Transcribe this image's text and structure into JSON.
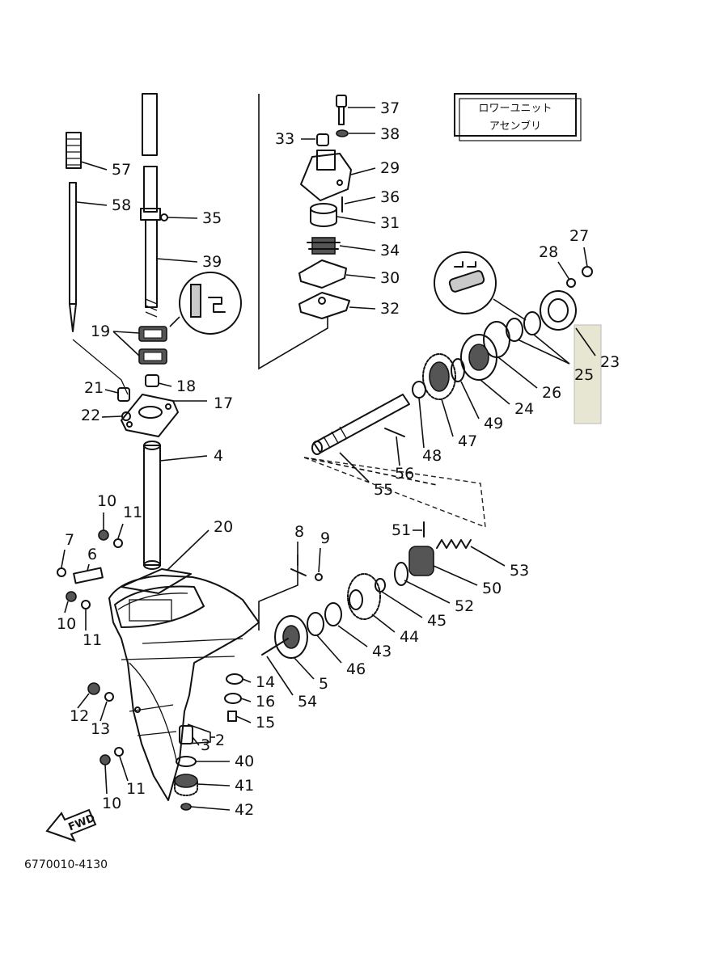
{
  "title_box": {
    "line1": "ロワーユニット",
    "line2": "アセンブリ"
  },
  "drawing_code": "6770010-4130",
  "fwd_label": "FWD",
  "highlight_color": "#e6e6d2",
  "callouts": [
    {
      "id": "37",
      "label": "37"
    },
    {
      "id": "38",
      "label": "38"
    },
    {
      "id": "33",
      "label": "33"
    },
    {
      "id": "29",
      "label": "29"
    },
    {
      "id": "36",
      "label": "36"
    },
    {
      "id": "31",
      "label": "31"
    },
    {
      "id": "34",
      "label": "34"
    },
    {
      "id": "30",
      "label": "30"
    },
    {
      "id": "32",
      "label": "32"
    },
    {
      "id": "57",
      "label": "57"
    },
    {
      "id": "58",
      "label": "58"
    },
    {
      "id": "35",
      "label": "35"
    },
    {
      "id": "39",
      "label": "39"
    },
    {
      "id": "19",
      "label": "19"
    },
    {
      "id": "18",
      "label": "18"
    },
    {
      "id": "17",
      "label": "17"
    },
    {
      "id": "21",
      "label": "21"
    },
    {
      "id": "22",
      "label": "22"
    },
    {
      "id": "4",
      "label": "4"
    },
    {
      "id": "27",
      "label": "27"
    },
    {
      "id": "28",
      "label": "28"
    },
    {
      "id": "23",
      "label": "23"
    },
    {
      "id": "25",
      "label": "25"
    },
    {
      "id": "26",
      "label": "26"
    },
    {
      "id": "24",
      "label": "24"
    },
    {
      "id": "49",
      "label": "49"
    },
    {
      "id": "47",
      "label": "47"
    },
    {
      "id": "48",
      "label": "48"
    },
    {
      "id": "56",
      "label": "56"
    },
    {
      "id": "55",
      "label": "55"
    },
    {
      "id": "10a",
      "label": "10"
    },
    {
      "id": "11a",
      "label": "11"
    },
    {
      "id": "7",
      "label": "7"
    },
    {
      "id": "6",
      "label": "6"
    },
    {
      "id": "20",
      "label": "20"
    },
    {
      "id": "10b",
      "label": "10"
    },
    {
      "id": "11b",
      "label": "11"
    },
    {
      "id": "8",
      "label": "8"
    },
    {
      "id": "9",
      "label": "9"
    },
    {
      "id": "51",
      "label": "51"
    },
    {
      "id": "53",
      "label": "53"
    },
    {
      "id": "50",
      "label": "50"
    },
    {
      "id": "52",
      "label": "52"
    },
    {
      "id": "45",
      "label": "45"
    },
    {
      "id": "44",
      "label": "44"
    },
    {
      "id": "43",
      "label": "43"
    },
    {
      "id": "46",
      "label": "46"
    },
    {
      "id": "5",
      "label": "5"
    },
    {
      "id": "54",
      "label": "54"
    },
    {
      "id": "14",
      "label": "14"
    },
    {
      "id": "16",
      "label": "16"
    },
    {
      "id": "15",
      "label": "15"
    },
    {
      "id": "12",
      "label": "12"
    },
    {
      "id": "13",
      "label": "13"
    },
    {
      "id": "3",
      "label": "3"
    },
    {
      "id": "2",
      "label": "2"
    },
    {
      "id": "40",
      "label": "40"
    },
    {
      "id": "41",
      "label": "41"
    },
    {
      "id": "42",
      "label": "42"
    },
    {
      "id": "10c",
      "label": "10"
    },
    {
      "id": "11c",
      "label": "11"
    }
  ]
}
